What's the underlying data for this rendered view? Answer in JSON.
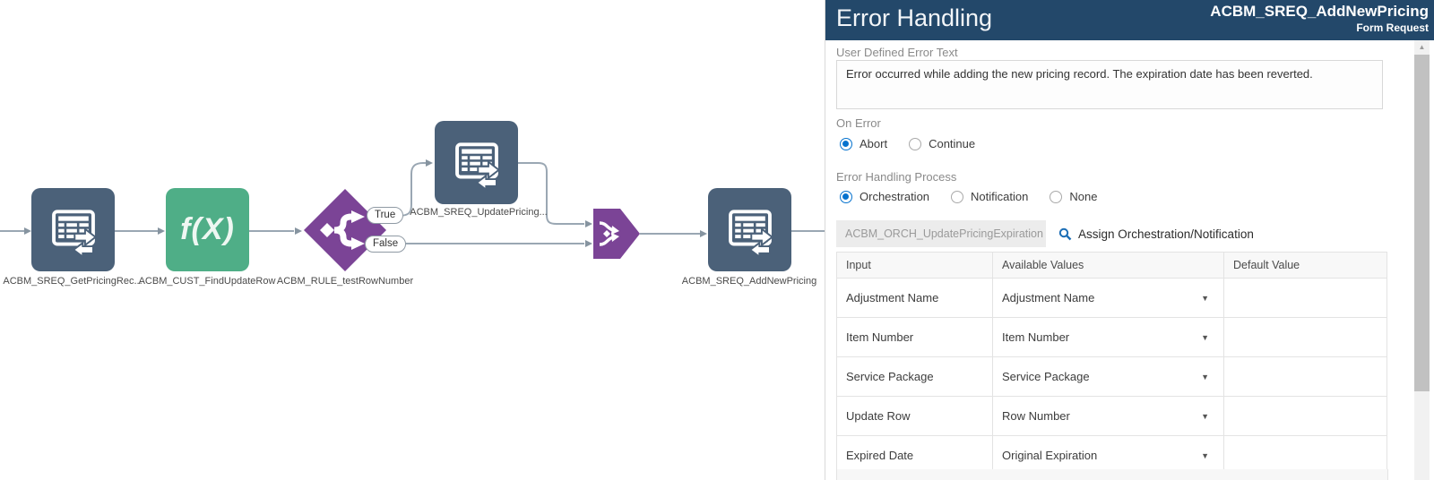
{
  "diagram": {
    "nodes": [
      {
        "id": "get-pricing",
        "type": "form-request",
        "label": "ACBM_SREQ_GetPricingRec..."
      },
      {
        "id": "find-update-row",
        "type": "function",
        "label": "ACBM_CUST_FindUpdateRow",
        "icon_text": "f(X)"
      },
      {
        "id": "test-row-number",
        "type": "rule",
        "label": "ACBM_RULE_testRowNumber"
      },
      {
        "id": "update-pricing",
        "type": "form-request",
        "label": "ACBM_SREQ_UpdatePricing..."
      },
      {
        "id": "join",
        "type": "join",
        "label": ""
      },
      {
        "id": "add-new-pricing",
        "type": "form-request",
        "label": "ACBM_SREQ_AddNewPricing"
      }
    ],
    "branch_labels": {
      "true": "True",
      "false": "False"
    }
  },
  "panel": {
    "title": "Error Handling",
    "node_name": "ACBM_SREQ_AddNewPricing",
    "node_type": "Form Request",
    "error_text_label": "User Defined Error Text",
    "error_text_value": "Error occurred while adding the new pricing record.  The expiration date has been reverted.",
    "on_error": {
      "label": "On Error",
      "options": [
        "Abort",
        "Continue"
      ],
      "selected": "Abort"
    },
    "process": {
      "label": "Error Handling Process",
      "options": [
        "Orchestration",
        "Notification",
        "None"
      ],
      "selected": "Orchestration"
    },
    "orchestration_input": {
      "value": "ACBM_ORCH_UpdatePricingExpiration",
      "disabled": true
    },
    "assign_link_label": "Assign Orchestration/Notification",
    "table": {
      "columns": [
        "Input",
        "Available Values",
        "Default Value"
      ],
      "rows": [
        {
          "input": "Adjustment Name",
          "available_value": "Adjustment Name",
          "default_value": ""
        },
        {
          "input": "Item Number",
          "available_value": "Item Number",
          "default_value": ""
        },
        {
          "input": "Service Package",
          "available_value": "Service Package",
          "default_value": ""
        },
        {
          "input": "Update Row",
          "available_value": "Row Number",
          "default_value": ""
        },
        {
          "input": "Expired Date",
          "available_value": "Original Expiration",
          "default_value": ""
        }
      ]
    }
  },
  "icons": {
    "dropdown": "▼",
    "scroll_up": "▲"
  },
  "colors": {
    "header_bg": "#23486a",
    "node_dark": "#4b6179",
    "node_green": "#4fae87",
    "node_purple": "#7b4496",
    "connector": "#9aa7b3",
    "accent_blue": "#0572ce",
    "search_icon_blue": "#1b6db5"
  }
}
